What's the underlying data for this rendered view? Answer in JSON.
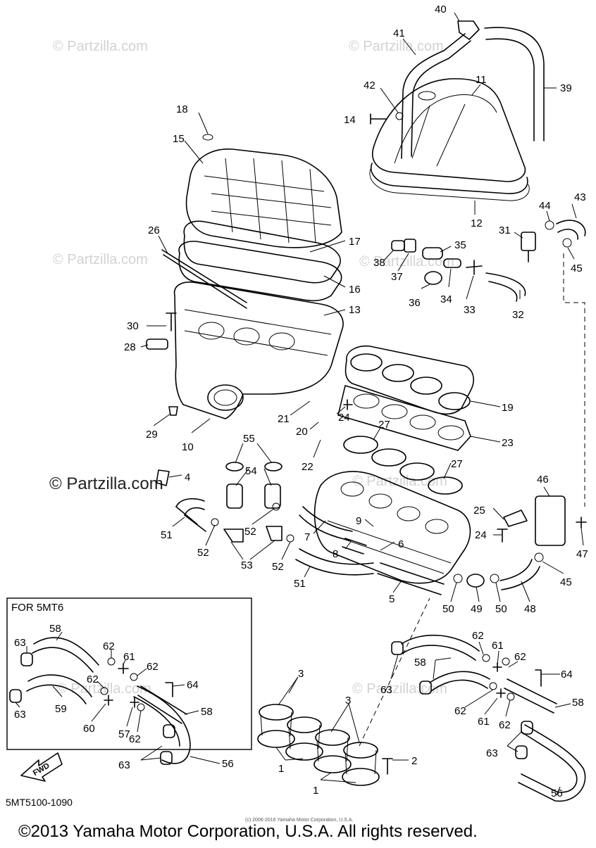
{
  "watermark": {
    "text": "© Partzilla.com",
    "prominent_text": "© Partzilla.com"
  },
  "inset": {
    "title": "FOR 5MT6"
  },
  "fwd_label": "FWD",
  "diagram_code": "5MT5100-1090",
  "copyright_small": "(c) 2006-2016 Yamaha Motor Corporation, U.S.A.",
  "copyright": "©2013 Yamaha Motor Corporation, U.S.A. All rights reserved.",
  "callouts": {
    "c40": "40",
    "c41": "41",
    "c39": "39",
    "c11": "11",
    "c42": "42",
    "c14": "14",
    "c18": "18",
    "c15": "15",
    "c12": "12",
    "c43": "43",
    "c44": "44",
    "c31": "31",
    "c45a": "45",
    "c26": "26",
    "c17": "17",
    "c35": "35",
    "c38": "38",
    "c37": "37",
    "c16": "16",
    "c34": "34",
    "c36": "36",
    "c33": "33",
    "c32": "32",
    "c13": "13",
    "c30": "30",
    "c28": "28",
    "c21": "21",
    "c24a": "24",
    "c19": "19",
    "c29": "29",
    "c20": "20",
    "c27a": "27",
    "c23": "23",
    "c10": "10",
    "c55": "55",
    "c22": "22",
    "c27b": "27",
    "c4": "4",
    "c54": "54",
    "c46": "46",
    "c25": "25",
    "c9": "9",
    "c51a": "51",
    "c52a": "52",
    "c52b": "52",
    "c7": "7",
    "c6": "6",
    "c24b": "24",
    "c47": "47",
    "c53": "53",
    "c52c": "52",
    "c8": "8",
    "c45b": "45",
    "c51b": "51",
    "c5": "5",
    "c50a": "50",
    "c49": "49",
    "c50b": "50",
    "c48": "48",
    "i58a": "58",
    "i63a": "63",
    "i62a": "62",
    "i61a": "61",
    "i62b": "62",
    "i62c": "62",
    "i64a": "64",
    "i63b": "63",
    "i59": "59",
    "i60": "60",
    "i57": "57",
    "i58b": "58",
    "i62d": "62",
    "i63c": "63",
    "i56a": "56",
    "c3a": "3",
    "c3b": "3",
    "c2": "2",
    "c1a": "1",
    "c1b": "1",
    "r62a": "62",
    "r61a": "61",
    "r62b": "62",
    "r58a": "58",
    "r63a": "63",
    "r64": "64",
    "r58b": "58",
    "r62c": "62",
    "r61b": "61",
    "r62d": "62",
    "r63b": "63",
    "r56": "56"
  }
}
